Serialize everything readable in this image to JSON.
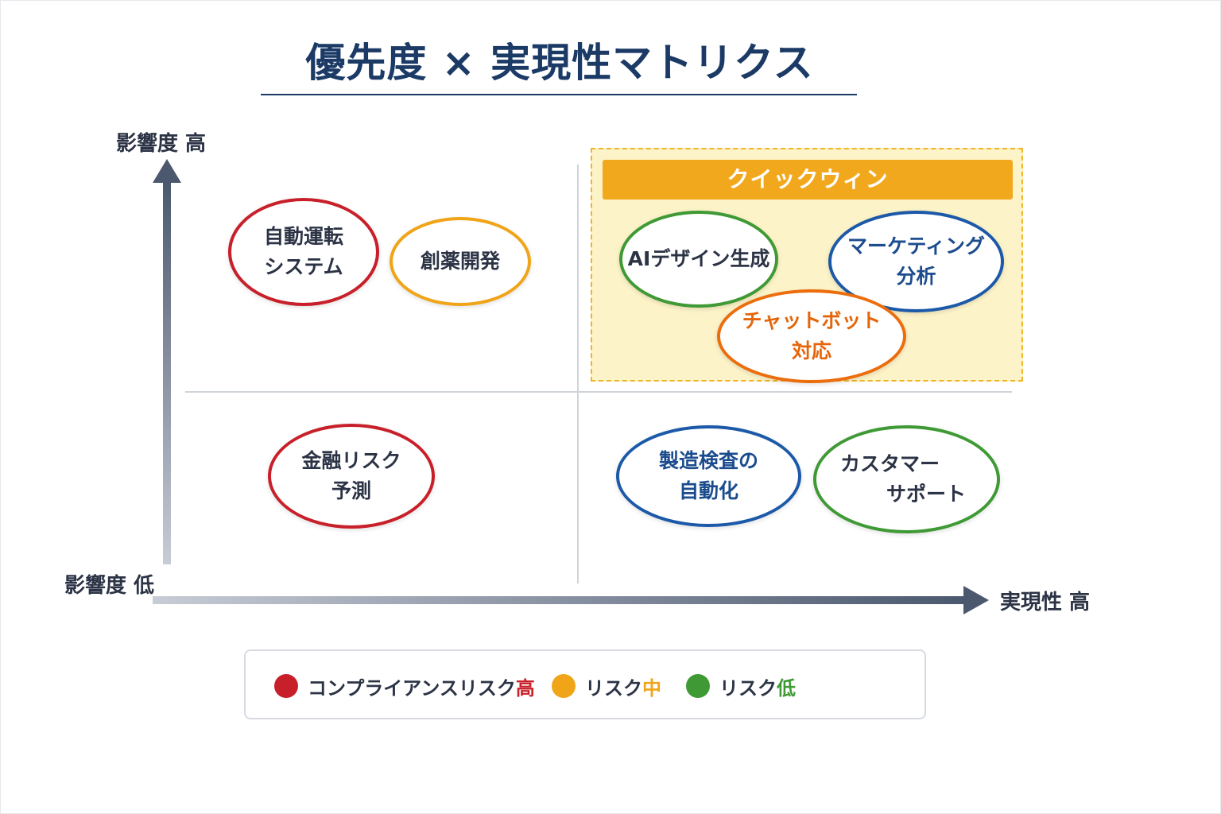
{
  "title": "優先度 × 実現性マトリクス",
  "axes": {
    "y_high": "影響度 高",
    "y_low": "影響度 低",
    "x_high": "実現性 高"
  },
  "quick_win": {
    "label": "クイックウィン"
  },
  "items": {
    "autonomous": {
      "line1": "自動運転",
      "line2": "システム"
    },
    "drug": {
      "line1": "創薬開発"
    },
    "ai_design": {
      "line1": "AIデザイン生成"
    },
    "marketing": {
      "line1": "マーケティング",
      "line2": "分析"
    },
    "chatbot": {
      "line1": "チャットボット",
      "line2": "対応"
    },
    "finance": {
      "line1": "金融リスク",
      "line2": "予測"
    },
    "inspection": {
      "line1": "製造検査の",
      "line2": "自動化"
    },
    "support": {
      "line1": "カスタマー",
      "line2": "サポート"
    }
  },
  "legend": {
    "compliance": {
      "text": "コンプライアンスリスク",
      "level": "高",
      "color": "#c8202a"
    },
    "medium": {
      "text": "リスク",
      "level": "中",
      "color": "#f0a418"
    },
    "low": {
      "text": "リスク",
      "level": "低",
      "color": "#3f9a35"
    }
  }
}
